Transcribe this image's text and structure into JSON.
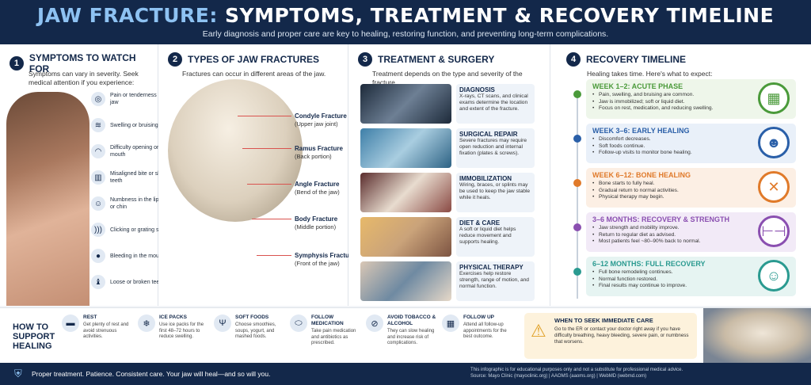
{
  "header": {
    "title_highlight": "JAW FRACTURE:",
    "title_rest": " SYMPTOMS, TREATMENT & RECOVERY TIMELINE",
    "subtitle": "Early diagnosis and proper care are key to healing, restoring function, and preventing long-term complications."
  },
  "symptoms": {
    "num": "1",
    "title": "SYMPTOMS TO WATCH FOR",
    "intro": "Symptoms can vary in severity. Seek medical attention if you experience:",
    "items": [
      {
        "icon": "target-icon",
        "glyph": "◎",
        "label": "Pain or tenderness in the jaw"
      },
      {
        "icon": "swelling-icon",
        "glyph": "≋",
        "label": "Swelling or bruising"
      },
      {
        "icon": "mouth-icon",
        "glyph": "◠",
        "label": "Difficulty opening or closing mouth"
      },
      {
        "icon": "teeth-icon",
        "glyph": "▥",
        "label": "Misaligned bite or shifting teeth"
      },
      {
        "icon": "face-icon",
        "glyph": "☺",
        "label": "Numbness in the lips, face, or chin"
      },
      {
        "icon": "sound-icon",
        "glyph": ")))",
        "label": "Clicking or grating sensation"
      },
      {
        "icon": "drop-icon",
        "glyph": "●",
        "label": "Bleeding in the mouth"
      },
      {
        "icon": "tooth-icon",
        "glyph": "♝",
        "label": "Loose or broken teeth"
      }
    ]
  },
  "types": {
    "num": "2",
    "title": "TYPES OF JAW FRACTURES",
    "intro": "Fractures can occur in different areas of the jaw.",
    "items": [
      {
        "name": "Condyle Fracture",
        "desc": "(Upper jaw joint)"
      },
      {
        "name": "Ramus Fracture",
        "desc": "(Back portion)"
      },
      {
        "name": "Angle Fracture",
        "desc": "(Bend of the jaw)"
      },
      {
        "name": "Body Fracture",
        "desc": "(Middle portion)"
      },
      {
        "name": "Symphysis Fracture",
        "desc": "(Front of the jaw)"
      }
    ]
  },
  "treatment": {
    "num": "3",
    "title": "TREATMENT & SURGERY",
    "intro": "Treatment depends on the type and severity of the fracture.",
    "items": [
      {
        "title": "DIAGNOSIS",
        "desc": "X-rays, CT scans, and clinical exams determine the location and extent of the fracture."
      },
      {
        "title": "SURGICAL REPAIR",
        "desc": "Severe fractures may require open reduction and internal fixation (plates & screws)."
      },
      {
        "title": "IMMOBILIZATION",
        "desc": "Wiring, braces, or splints may be used to keep the jaw stable while it heals."
      },
      {
        "title": "DIET & CARE",
        "desc": "A soft or liquid diet helps reduce movement and supports healing."
      },
      {
        "title": "PHYSICAL THERAPY",
        "desc": "Exercises help restore strength, range of motion, and normal function."
      }
    ]
  },
  "recovery": {
    "num": "4",
    "title": "RECOVERY TIMELINE",
    "intro": "Healing takes time. Here's what to expect:",
    "phases": [
      {
        "title": "WEEK 1–2: ACUTE PHASE",
        "color": "#4a9a3a",
        "bg": "#eef6ea",
        "icon": "calendar-icon",
        "glyph": "▦",
        "bullets": [
          "Pain, swelling, and bruising are common.",
          "Jaw is immobilized; soft or liquid diet.",
          "Focus on rest, medication, and reducing swelling."
        ]
      },
      {
        "title": "WEEK 3–6: EARLY HEALING",
        "color": "#2a5fa8",
        "bg": "#e9f0f9",
        "icon": "doctor-icon",
        "glyph": "☻",
        "bullets": [
          "Discomfort decreases.",
          "Soft foods continue.",
          "Follow-up visits to monitor bone healing."
        ]
      },
      {
        "title": "WEEK 6–12: BONE HEALING",
        "color": "#e07a2a",
        "bg": "#fcefe4",
        "icon": "bone-icon",
        "glyph": "✕",
        "bullets": [
          "Bone starts to fully heal.",
          "Gradual return to normal activities.",
          "Physical therapy may begin."
        ]
      },
      {
        "title": "3–6 MONTHS: RECOVERY & STRENGTH",
        "color": "#8a4fb0",
        "bg": "#f2eaf7",
        "icon": "dumbbell-icon",
        "glyph": "⊢⊣",
        "bullets": [
          "Jaw strength and mobility improve.",
          "Return to regular diet as advised.",
          "Most patients feel ~80–90% back to normal."
        ]
      },
      {
        "title": "6–12 MONTHS: FULL RECOVERY",
        "color": "#2a9a90",
        "bg": "#e6f4f2",
        "icon": "smile-icon",
        "glyph": "☺",
        "bullets": [
          "Full bone remodeling continues.",
          "Normal function restored.",
          "Final results may continue to improve."
        ]
      }
    ]
  },
  "support": {
    "title": "HOW TO SUPPORT HEALING",
    "tips": [
      {
        "icon": "bed-icon",
        "glyph": "▬",
        "title": "REST",
        "desc": "Get plenty of rest and avoid strenuous activities."
      },
      {
        "icon": "snowflake-icon",
        "glyph": "❄",
        "title": "ICE PACKS",
        "desc": "Use ice packs for the first 48–72 hours to reduce swelling."
      },
      {
        "icon": "utensils-icon",
        "glyph": "Ψ",
        "title": "SOFT FOODS",
        "desc": "Choose smoothies, soups, yogurt, and mashed foods."
      },
      {
        "icon": "pill-icon",
        "glyph": "⬭",
        "title": "FOLLOW MEDICATION",
        "desc": "Take pain medication and antibiotics as prescribed."
      },
      {
        "icon": "no-smoking-icon",
        "glyph": "⊘",
        "title": "AVOID TOBACCO & ALCOHOL",
        "desc": "They can slow healing and increase risk of complications."
      },
      {
        "icon": "calendar-check-icon",
        "glyph": "▦",
        "title": "FOLLOW UP",
        "desc": "Attend all follow-up appointments for the best outcome."
      }
    ]
  },
  "warning": {
    "title": "WHEN TO SEEK IMMEDIATE CARE",
    "desc": "Go to the ER or contact your doctor right away if you have difficulty breathing, heavy bleeding, severe pain, or numbness that worsens."
  },
  "footer": {
    "tagline": "Proper treatment. Patience. Consistent care.   Your jaw will heal—and so will you.",
    "disclaimer": "This infographic is for educational purposes only and not a substitute for professional medical advice.",
    "sources": "Source: Mayo Clinic (mayoclinic.org) | AAOMS (aaoms.org) | WebMD (webmd.com)"
  }
}
